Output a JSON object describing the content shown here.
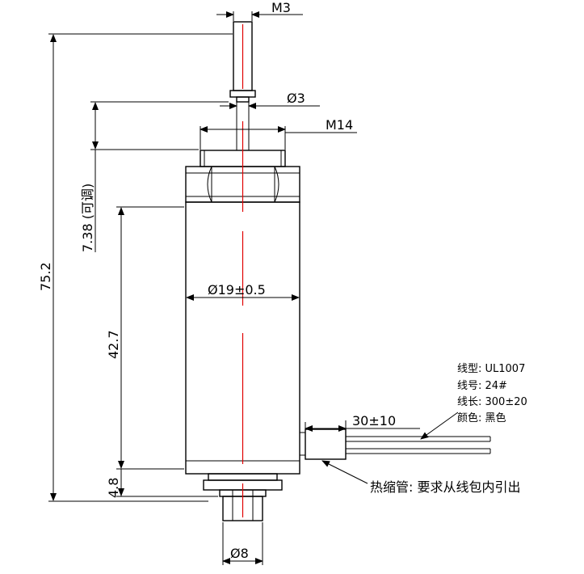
{
  "dimensions": {
    "shaft_thread": "M3",
    "shaft_diameter": "Ø3",
    "mount_thread": "M14",
    "adjustable": "7.38 (可调)",
    "body_diameter": "Ø19±0.5",
    "overall_length": "75.2",
    "body_length": "42.7",
    "bottom_length": "4.8",
    "bottom_diameter": "Ø8",
    "lead_length": "30±10"
  },
  "wire_spec": {
    "type": "线型: UL1007",
    "gauge": "线号: 24#",
    "length": "线长:  300±20",
    "color": "颜色: 黑色"
  },
  "callout": {
    "heat_shrink": "热缩管: 要求从线包内引出"
  },
  "colors": {
    "centerline": "#e00000",
    "line": "#000000"
  }
}
